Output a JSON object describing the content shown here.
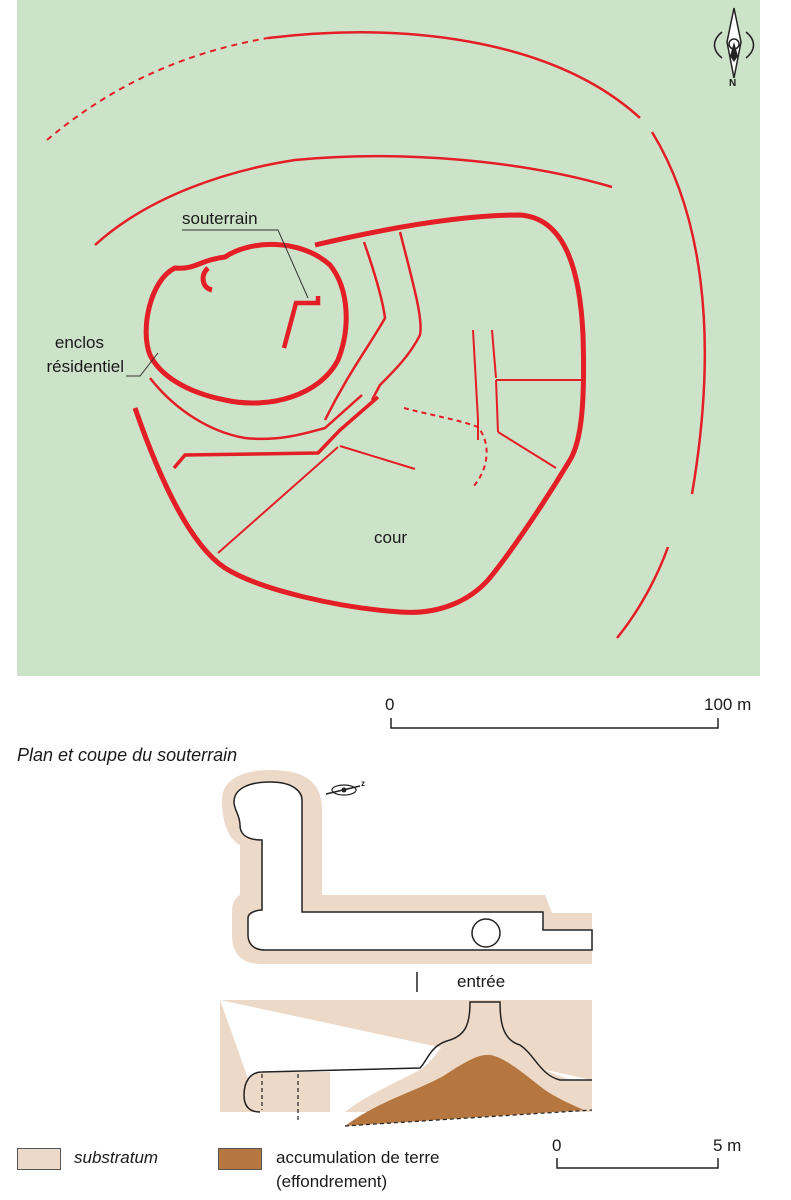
{
  "plan": {
    "labels": {
      "souterrain": "souterrain",
      "enclos_line1": "enclos",
      "enclos_line2": "résidentiel",
      "cour": "cour"
    },
    "north": "N",
    "scale": {
      "start": "0",
      "end": "100 m"
    }
  },
  "section": {
    "title": "Plan et coupe du souterrain",
    "north": "z",
    "entree": "entrée",
    "scale": {
      "start": "0",
      "end": "5 m"
    }
  },
  "legend": {
    "substratum": {
      "label": "substratum",
      "color": "#ecd9c8"
    },
    "accumulation": {
      "label_line1": "accumulation de terre",
      "label_line2": "(effondrement)",
      "color": "#b5773f"
    }
  },
  "colors": {
    "plan_bg": "#cde3c9",
    "ditch": "#e41e26"
  }
}
